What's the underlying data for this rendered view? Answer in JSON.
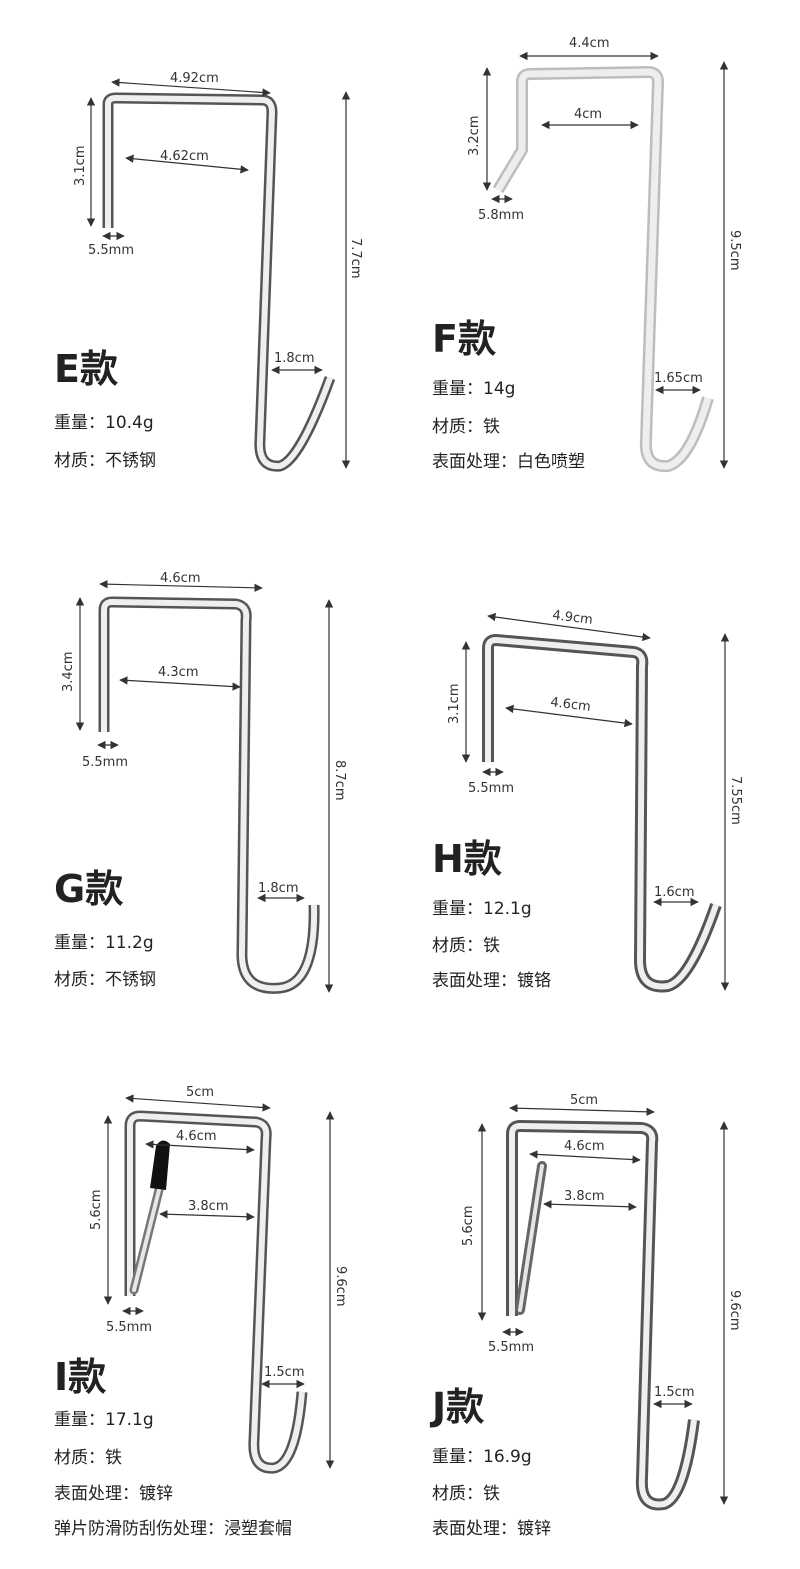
{
  "colors": {
    "steel_light": "#f4f4f4",
    "steel_dark": "#555555",
    "white_coated": "#dcdcdc",
    "black_cap": "#111111"
  },
  "products": [
    {
      "id": "E",
      "title": "E款",
      "specs": [
        "重量：10.4g",
        "材质：不锈钢"
      ],
      "dims": {
        "top_width": "4.92cm",
        "inner_width": "4.62cm",
        "short_leg": "3.1cm",
        "height": "7.7cm",
        "hook": "1.8cm",
        "thickness": "5.5mm"
      }
    },
    {
      "id": "F",
      "title": "F款",
      "specs": [
        "重量：14g",
        "材质：铁",
        "表面处理：白色喷塑"
      ],
      "dims": {
        "top_width": "4.4cm",
        "inner_width": "4cm",
        "short_leg": "3.2cm",
        "height": "9.5cm",
        "hook": "1.65cm",
        "thickness": "5.8mm"
      }
    },
    {
      "id": "G",
      "title": "G款",
      "specs": [
        "重量：11.2g",
        "材质：不锈钢"
      ],
      "dims": {
        "top_width": "4.6cm",
        "inner_width": "4.3cm",
        "short_leg": "3.4cm",
        "height": "8.7cm",
        "hook": "1.8cm",
        "thickness": "5.5mm"
      }
    },
    {
      "id": "H",
      "title": "H款",
      "specs": [
        "重量：12.1g",
        "材质：铁",
        "表面处理：镀铬"
      ],
      "dims": {
        "top_width": "4.9cm",
        "inner_width": "4.6cm",
        "short_leg": "3.1cm",
        "height": "7.55cm",
        "hook": "1.6cm",
        "thickness": "5.5mm"
      }
    },
    {
      "id": "I",
      "title": "I款",
      "specs": [
        "重量：17.1g",
        "材质：铁",
        "表面处理：镀锌",
        "弹片防滑防刮伤处理：浸塑套帽"
      ],
      "dims": {
        "top_width": "5cm",
        "inner_width": "4.6cm",
        "spring_width": "3.8cm",
        "short_leg": "5.6cm",
        "height": "9.6cm",
        "hook": "1.5cm",
        "thickness": "5.5mm"
      }
    },
    {
      "id": "J",
      "title": "J款",
      "specs": [
        "重量：16.9g",
        "材质：铁",
        "表面处理：镀锌"
      ],
      "dims": {
        "top_width": "5cm",
        "inner_width": "4.6cm",
        "spring_width": "3.8cm",
        "short_leg": "5.6cm",
        "height": "9.6cm",
        "hook": "1.5cm",
        "thickness": "5.5mm"
      }
    }
  ]
}
